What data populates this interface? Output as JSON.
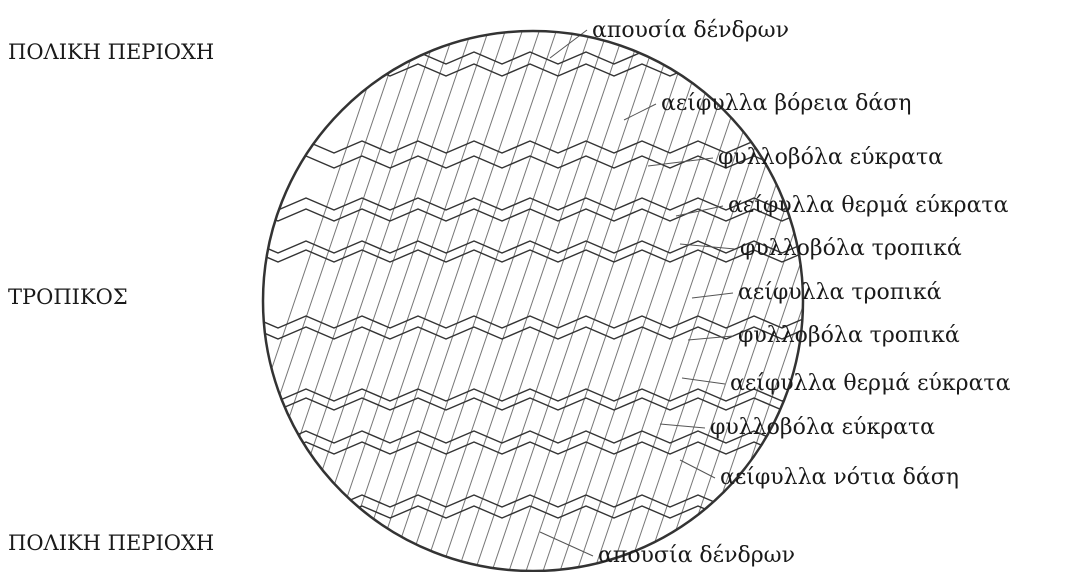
{
  "zones": {
    "north": "ΠΟΛΙΚΗ ΠΕΡΙΟΧΗ",
    "equator": "ΤΡΟΠΙΚΟΣ",
    "south": "ΠΟΛΙΚΗ ΠΕΡΙΟΧΗ"
  },
  "forests": [
    "απουσία δένδρων",
    "αείφυλλα βόρεια δάση",
    "φυλλοβόλα εύκρατα",
    "αείφυλλα θερμά εύκρατα",
    "φυλλοβόλα τροπικά",
    "αείφυλλα τροπικά",
    "φυλλοβόλα τροπικά",
    "αείφυλλα θερμά εύκρατα",
    "φυλλοβόλα εύκρατα",
    "αείφυλλα νότια δάση",
    "απουσία δένδρων"
  ],
  "style": {
    "stroke": "#333333",
    "hatch": "#777777"
  }
}
